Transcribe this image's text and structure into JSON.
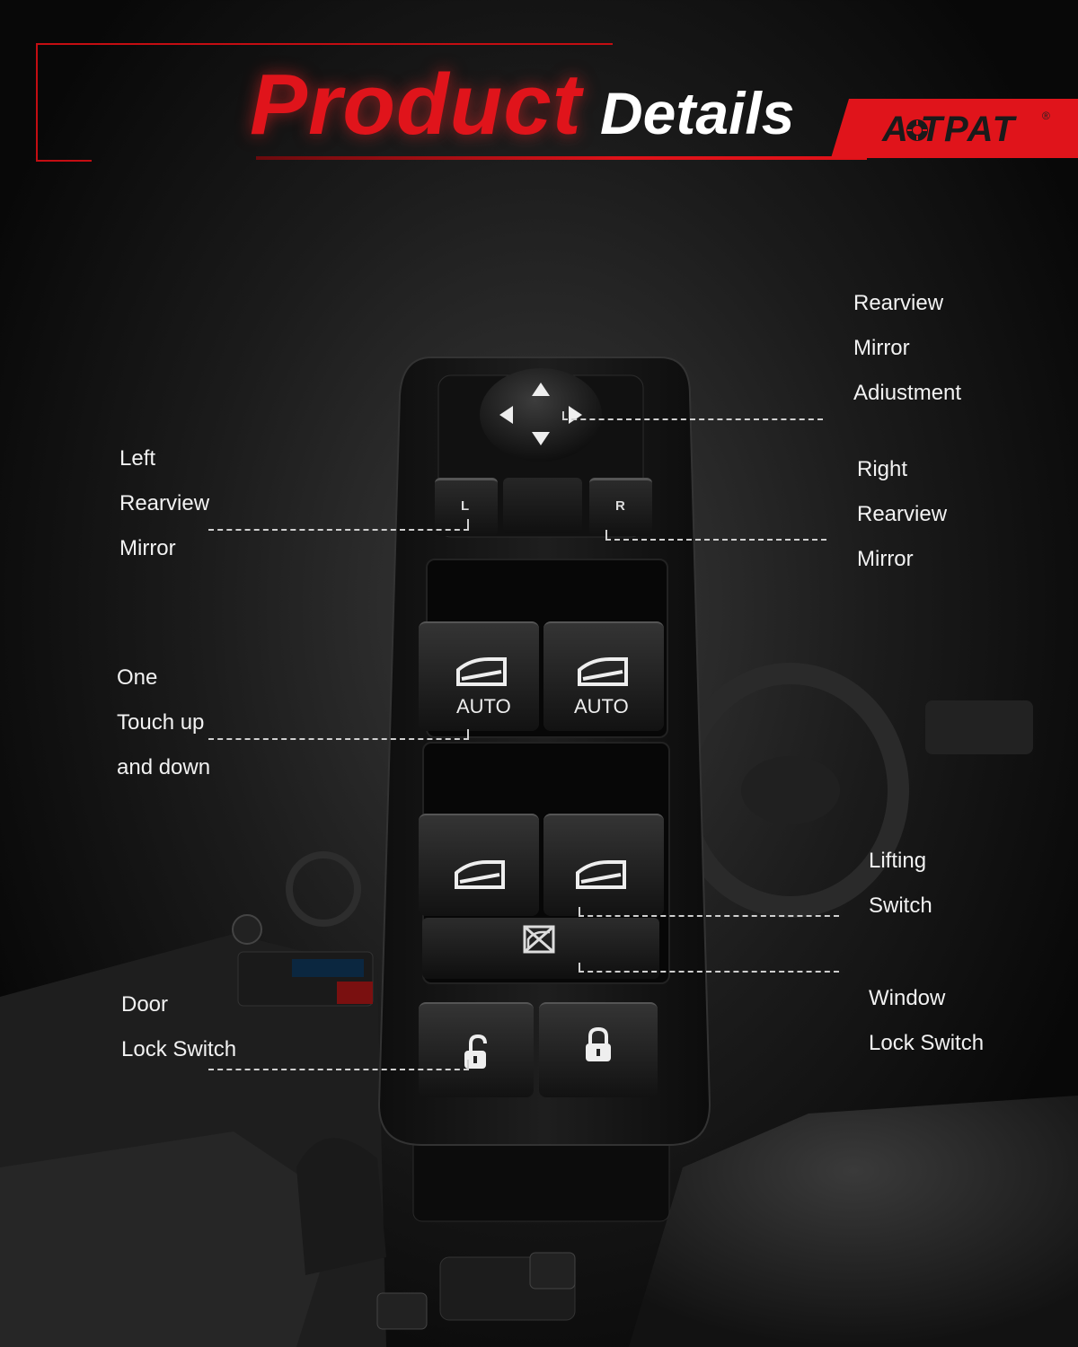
{
  "header": {
    "title_main": "Product",
    "title_sub": "Details",
    "brand": "A  TPAT",
    "brand_mark": "®"
  },
  "switch_panel": {
    "mirror_left_key": "L",
    "mirror_right_key": "R",
    "auto_left": "AUTO",
    "auto_right": "AUTO"
  },
  "callouts": {
    "rearview_adjustment": [
      "Rearview",
      "Mirror",
      "Adiustment"
    ],
    "left_mirror": [
      "Left",
      "Rearview",
      "Mirror"
    ],
    "right_mirror": [
      "Right",
      "Rearview",
      "Mirror"
    ],
    "one_touch": [
      "One",
      "Touch up",
      "and down"
    ],
    "lifting_switch": [
      "Lifting",
      "Switch"
    ],
    "window_lock": [
      "Window",
      "Lock Switch"
    ],
    "door_lock": [
      "Door",
      "Lock Switch"
    ]
  },
  "colors": {
    "accent_red": "#e0141b",
    "panel_dark": "#141414",
    "label_white": "#f2f2f2"
  }
}
